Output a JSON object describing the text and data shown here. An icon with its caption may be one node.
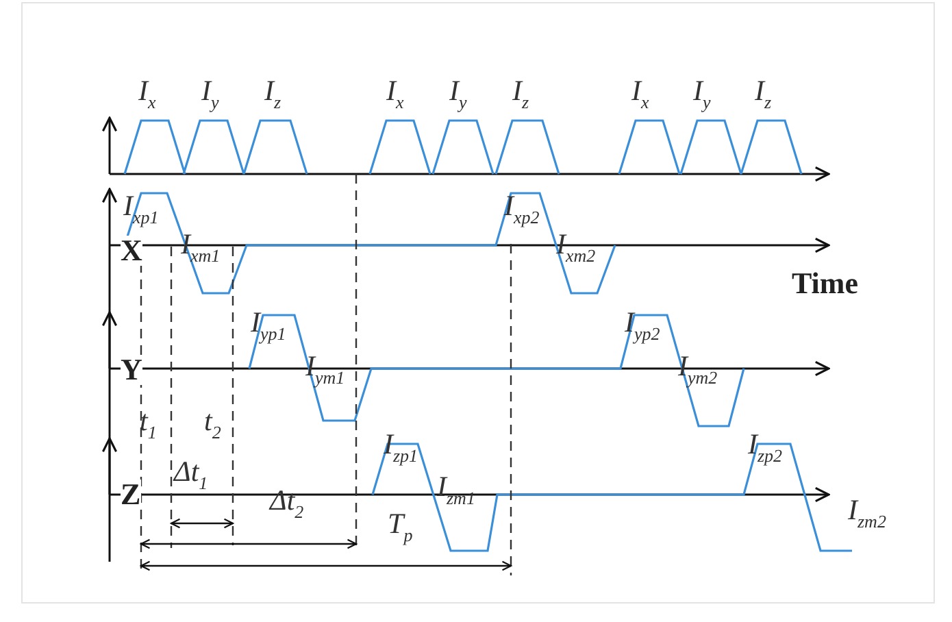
{
  "diagram": {
    "labels": [
      "I$_{x}$",
      "I$_{y}$",
      "I$_{z}$",
      "I$_{x}$",
      "I$_{y}$",
      "I$_{z}$",
      "I$_{x}$",
      "I$_{y}$",
      "I$_{z}$",
      "X",
      "I$_{xp1}$",
      "I$_{xm1}$",
      "I$_{xp2}$",
      "I$_{xm2}$",
      "Time",
      "Y",
      "I$_{yp1}$",
      "I$_{ym1}$",
      "I$_{yp2}$",
      "I$_{ym2}$",
      "t$_{1}$",
      "t$_{2}$",
      "Z",
      "I$_{zp1}$",
      "I$_{zm1}$",
      "I$_{zp2}$",
      "Δt$_{1}$",
      "Δt$_{2}$",
      "T$_{p}$",
      "I$_{zm2}$"
    ]
  }
}
